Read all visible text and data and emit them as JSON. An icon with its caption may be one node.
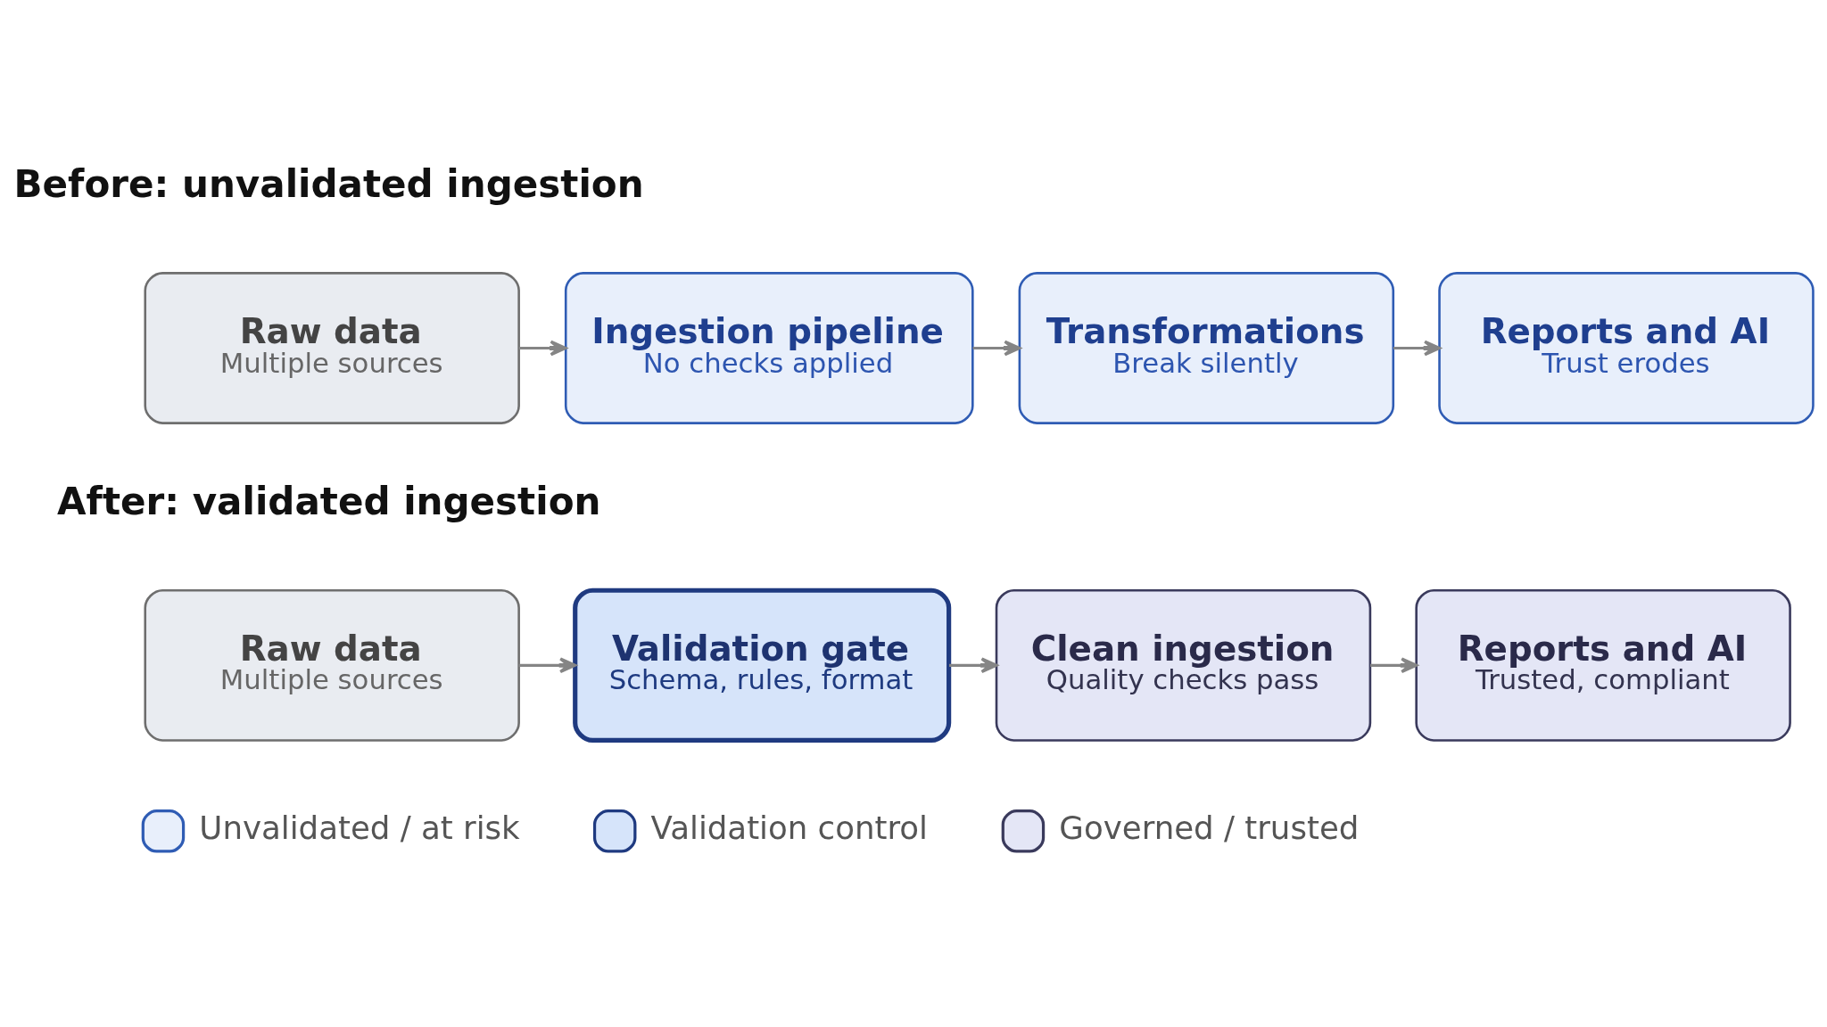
{
  "diagram": {
    "nodes": [
      {
        "text": [
          "Raw data",
          "Multiple sources"
        ]
      },
      {
        "text": [
          "Ingestion pipeline",
          "No checks applied"
        ]
      },
      {
        "text": [
          "Transformations",
          "Break silently"
        ]
      },
      {
        "text": [
          "Reports and AI",
          "Trust erodes"
        ]
      },
      {
        "text": [
          "Raw data",
          "Multiple sources"
        ]
      },
      {
        "text": [
          "Validation gate",
          "Schema, rules, format"
        ]
      },
      {
        "text": [
          "Clean ingestion",
          "Quality checks pass"
        ]
      },
      {
        "text": [
          "Reports and AI",
          "Trusted, compliant"
        ]
      }
    ],
    "edges": [
      {
        "from": 0,
        "to": 1,
        "arrow": "to"
      },
      {
        "from": 1,
        "to": 2,
        "arrow": "to"
      },
      {
        "from": 2,
        "to": 3,
        "arrow": "to"
      },
      {
        "from": 4,
        "to": 5,
        "arrow": "to"
      },
      {
        "from": 5,
        "to": 6,
        "arrow": "to"
      },
      {
        "from": 6,
        "to": 7,
        "arrow": "to"
      }
    ],
    "labels": [
      "Before: unvalidated ingestion",
      "After: validated ingestion"
    ],
    "legend": [
      {
        "text": "Unvalidated / at risk",
        "color": "#e8effb"
      },
      {
        "text": "Validation control",
        "color": "#d6e4fa"
      },
      {
        "text": "Governed / trusted",
        "color": "#e4e6f6"
      }
    ]
  }
}
